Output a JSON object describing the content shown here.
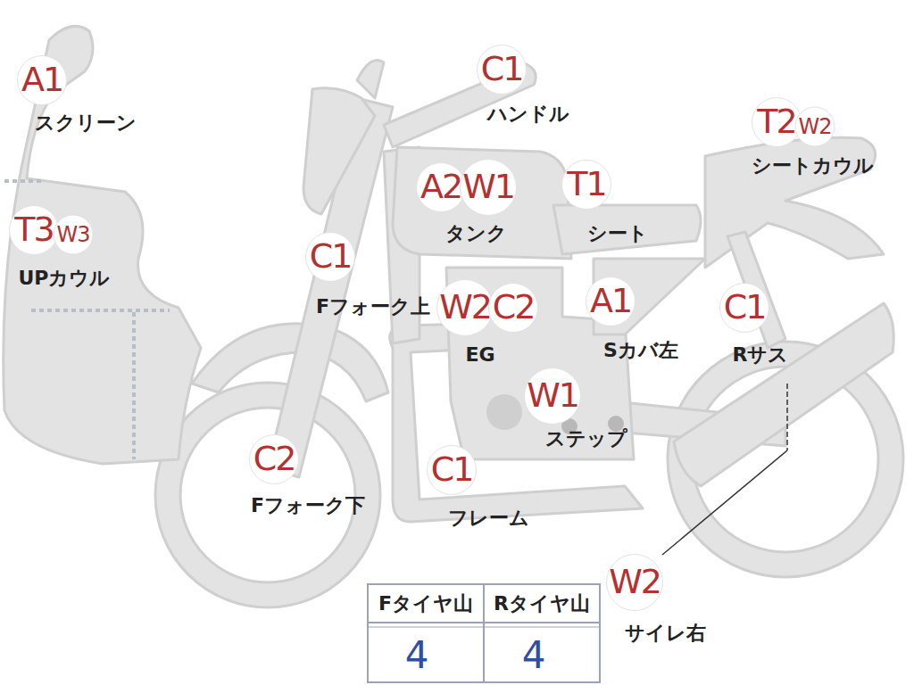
{
  "diagram": {
    "labels": [
      "A1",
      "スクリーン",
      "C1",
      "ハンドル",
      "T2",
      "W2",
      "シートカウル",
      "A2",
      "W1",
      "タンク",
      "T1",
      "シート",
      "T3",
      "W3",
      "UPカウル",
      "C1",
      "Fフォーク上",
      "W2",
      "C2",
      "EG",
      "A1",
      "Sカバ左",
      "C1",
      "Rサス",
      "W1",
      "ステップ",
      "C2",
      "Fフォーク下",
      "C1",
      "フレーム",
      "W2",
      "サイレ右",
      "Fタイヤ山",
      "Rタイヤ山",
      "4",
      "4"
    ]
  }
}
